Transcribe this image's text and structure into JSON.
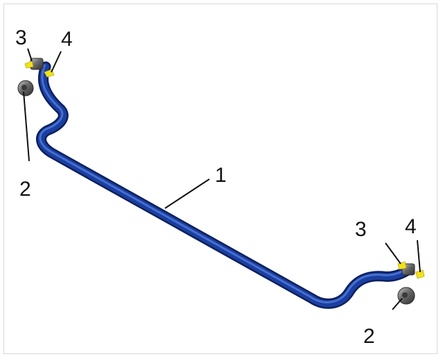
{
  "diagram": {
    "callouts": [
      {
        "id": "bar",
        "label": "1"
      },
      {
        "id": "bushing-left",
        "label": "2"
      },
      {
        "id": "bushing-right",
        "label": "2"
      },
      {
        "id": "nut-left",
        "label": "3"
      },
      {
        "id": "nut-right",
        "label": "3"
      },
      {
        "id": "clip-left",
        "label": "4"
      },
      {
        "id": "clip-right",
        "label": "4"
      }
    ]
  },
  "colors": {
    "bar_main": "#1a3fa0",
    "bar_dark": "#0c1f5c",
    "bar_highlight": "#4f78d8",
    "bushing": "#5a5a5a",
    "bushing_highlight": "#b0b0b0",
    "clip": "#f2e21a",
    "leader_line": "#111111"
  }
}
